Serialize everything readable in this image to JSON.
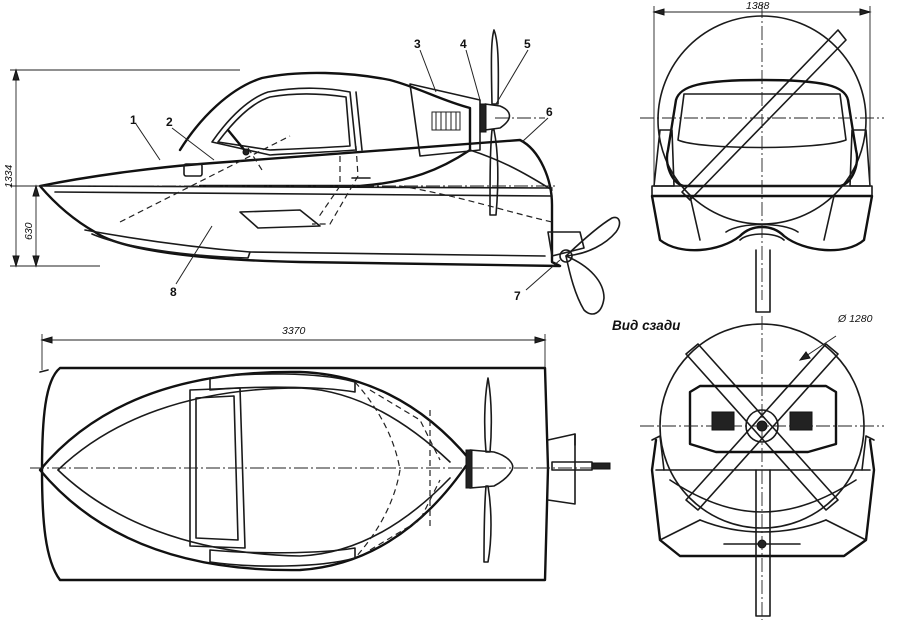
{
  "dimensions": {
    "height_total": "1334",
    "hull_height": "630",
    "length_total": "3370",
    "width_total": "1388",
    "propeller_diameter": "Ø 1280"
  },
  "captions": {
    "rear_view": "Вид сзади"
  },
  "part_labels": [
    "1",
    "2",
    "3",
    "4",
    "5",
    "6",
    "7",
    "8"
  ]
}
